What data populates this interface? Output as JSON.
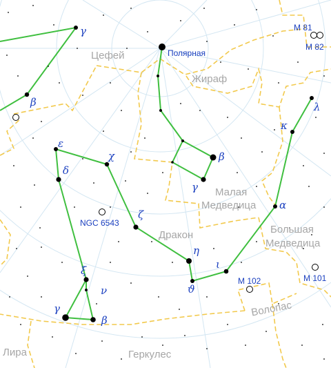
{
  "colors": {
    "grid": "#d3e6f2",
    "boundary": "#f2c94c",
    "figure": "#3fbf3f",
    "star": "#000000",
    "label_blue": "#1a3fbf",
    "label_grey": "#a6a6a6"
  },
  "constellations": {
    "cepheus": "Цефей",
    "camelopardalis": "Жираф",
    "ursa_minor_1": "Малая",
    "ursa_minor_2": "Медведица",
    "draco": "Дракон",
    "ursa_major_1": "Большая",
    "ursa_major_2": "Медведица",
    "bootes": "Волопас",
    "hercules": "Геркулес",
    "lyra": "Лира"
  },
  "stars": {
    "polaris": "Полярная"
  },
  "objects": {
    "ngc6543": "NGC 6543",
    "m81": "M 81",
    "m82": "M 82",
    "m101": "M 101",
    "m102": "M 102"
  },
  "greek": {
    "cep_gamma": "γ",
    "cep_beta": "β",
    "umi_beta": "β",
    "umi_gamma": "γ",
    "dra_lambda": "λ",
    "dra_kappa": "κ",
    "dra_alpha": "α",
    "dra_epsilon": "ε",
    "dra_chi": "χ",
    "dra_delta": "δ",
    "dra_zeta": "ζ",
    "dra_eta": "η",
    "dra_iota": "ι",
    "dra_theta": "ϑ",
    "dra_xi": "ξ",
    "dra_nu": "ν",
    "dra_gamma": "γ",
    "dra_beta": "β"
  }
}
